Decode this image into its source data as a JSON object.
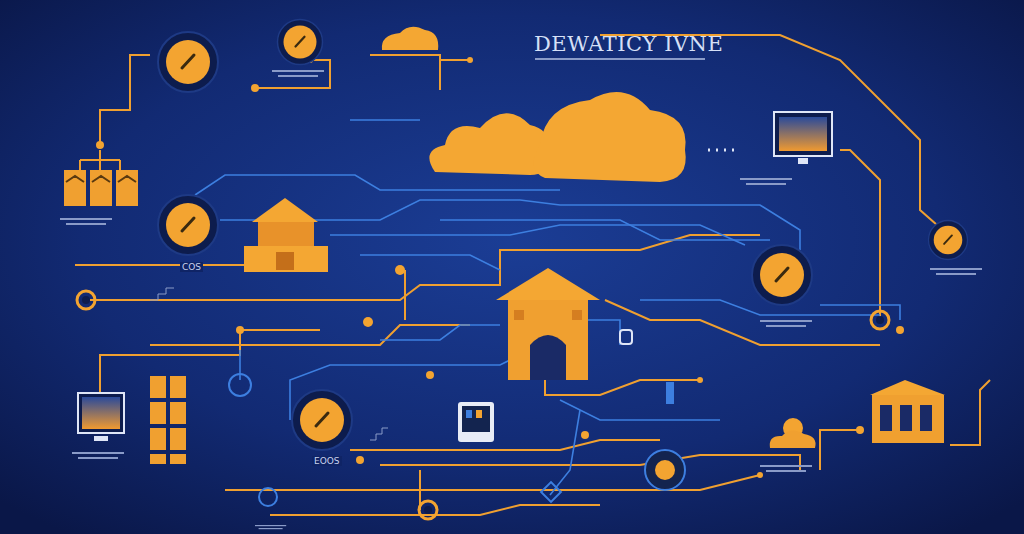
{
  "diagram": {
    "title": "DEWATICY IVNE",
    "labels": [
      "COS",
      "EOOS"
    ]
  }
}
